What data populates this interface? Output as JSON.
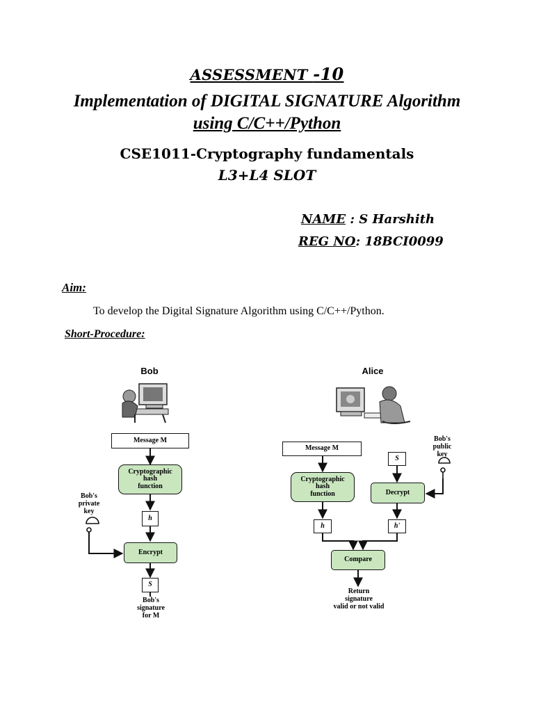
{
  "heading": {
    "assessment": "ASSESSMENT ",
    "assessment_number": "-10",
    "title_line1": "Implementation of DIGITAL SIGNATURE Algorithm",
    "title_line2": "using C/C++/Python",
    "course": "CSE1011-Cryptography fundamentals",
    "slot": "L3+L4 SLOT"
  },
  "student": {
    "name_label": "NAME",
    "name_value": " : S Harshith",
    "reg_label": "REG NO",
    "reg_value": ": 18BCI0099"
  },
  "aim": {
    "label": "Aim:",
    "text": "To develop the Digital Signature Algorithm using C/C++/Python."
  },
  "procedure": {
    "label": "Short-Procedure:"
  },
  "diagram": {
    "bob": {
      "title": "Bob",
      "message": "Message M",
      "hash_line1": "Cryptographic",
      "hash_line2": "hash",
      "hash_line3": "function",
      "h": "h",
      "encrypt": "Encrypt",
      "s": "S",
      "key_line1": "Bob's",
      "key_line2": "private",
      "key_line3": "key",
      "out_line1": "Bob's",
      "out_line2": "signature",
      "out_line3": "for M"
    },
    "alice": {
      "title": "Alice",
      "message": "Message M",
      "hash_line1": "Cryptographic",
      "hash_line2": "hash",
      "hash_line3": "function",
      "s": "S",
      "decrypt": "Decrypt",
      "h": "h",
      "h_prime": "h'",
      "compare": "Compare",
      "key_line1": "Bob's",
      "key_line2": "public",
      "key_line3": "key",
      "out_line1": "Return",
      "out_line2": "signature",
      "out_line3": "valid or not valid"
    },
    "colors": {
      "box_fill": "#c9e6bf",
      "line": "#111111"
    }
  }
}
